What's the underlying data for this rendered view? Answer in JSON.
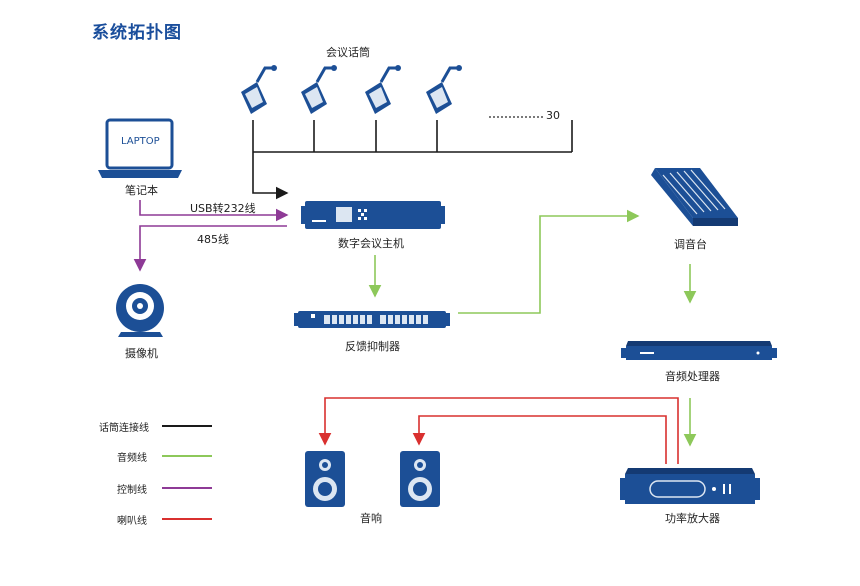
{
  "title": "系统拓扑图",
  "labels": {
    "microphones": "会议话筒",
    "mic_count": "30",
    "laptop": "笔记本",
    "laptop_screen": "LAPTOP",
    "usb_cable": "USB转232线",
    "rs485": "485线",
    "host": "数字会议主机",
    "camera": "摄像机",
    "feedback": "反馈抑制器",
    "mixer": "调音台",
    "processor": "音频处理器",
    "amplifier": "功率放大器",
    "speakers": "音响"
  },
  "legend": [
    {
      "label": "话筒连接线",
      "color": "#1a1a1a"
    },
    {
      "label": "音频线",
      "color": "#8dc85a"
    },
    {
      "label": "控制线",
      "color": "#8e3a96"
    },
    {
      "label": "喇叭线",
      "color": "#d9302f"
    }
  ],
  "colors": {
    "device_blue": "#1c4f96",
    "mic_line": "#1a1a1a",
    "audio_line": "#8dc85a",
    "control_line": "#8e3a96",
    "speaker_line": "#d9302f"
  }
}
